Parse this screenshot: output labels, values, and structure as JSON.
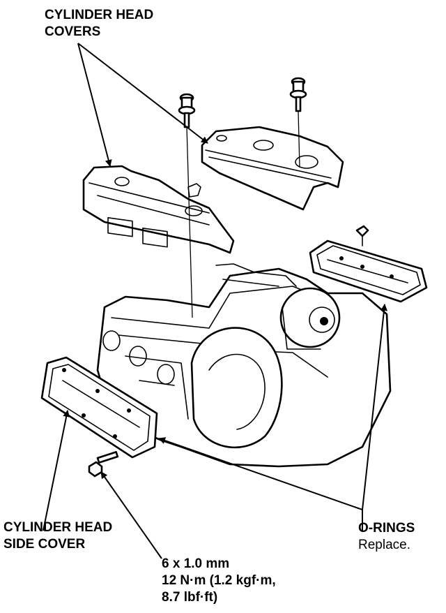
{
  "labels": {
    "head_covers": [
      "CYLINDER HEAD",
      "COVERS"
    ],
    "side_cover": [
      "CYLINDER HEAD",
      "SIDE COVER"
    ],
    "o_rings_title": "O-RINGS",
    "o_rings_note": "Replace.",
    "bolt_spec": [
      "6 x 1.0 mm",
      "12 N·m (1.2 kgf·m,",
      "8.7 lbf·ft)"
    ]
  },
  "colors": {
    "line": "#000000",
    "background": "#ffffff"
  }
}
